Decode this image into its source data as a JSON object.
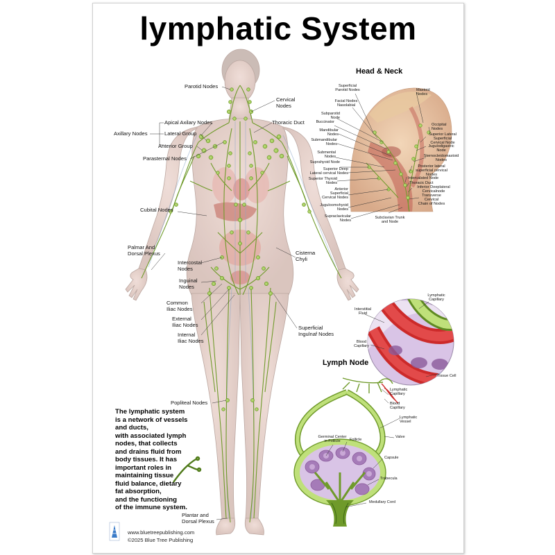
{
  "title": "lymphatic System",
  "body_labels": {
    "parotid": "Parotid Nodes",
    "cervical": "Cervical\nNodes",
    "axillary": "Axillary Nodes",
    "apical": "Apical Axilary Nodes",
    "lateral": "Lateral Group",
    "anterior": "Anterior Group",
    "thoracic": "Thoracic Duct",
    "parasternal": "Parasternal Nodes",
    "cubital": "Cubital Nodes",
    "palmar": "Palmar And\nDorsal Plexus",
    "cisterna": "Cisterna\nChyli",
    "intercostal": "Intercostal\nNodes",
    "inguinal": "Inguinal\nNodes",
    "common_iliac": "Common\nIliac Nodes",
    "external_iliac": "External\nIliac Nodes",
    "internal_iliac": "Internal\nIliac Nodes",
    "superficial_inguinal": "Superficial\nIngulnaf Nodes",
    "popliteal": "Popliteal Nodes",
    "plantar": "Plantar and\nDorsal Plexus"
  },
  "head_neck": {
    "title": "Head & Neck",
    "labels": {
      "superficial_parotid": "Superficial\nParotid Nodes",
      "facial": "Facial Nodes\nNasolabial",
      "subparotid": "Subparotid\nNode",
      "buccinator": "Buccinator",
      "mandibular": "Mandibular\nNodes",
      "submandibular": "Submandibular\nNodes",
      "submental": "Submental\nNodes",
      "suprahyoid": "Suprahyoid Node",
      "superior_deep": "Superior Deep\nLateral cervical Nodes",
      "superior_thyroid": "Superior Thyroid\nNodes",
      "anterior_superficial": "Anterior\nSuperficial\nCervical Nodes",
      "juguloomohyoid": "Juguloomohyoid\nNodes",
      "supraclavicular": "Supraclavicular\nNodes",
      "subclavian": "Subclavian Trunk\nand Node",
      "mastoid": "Mastoid\nNodes",
      "occipital": "Occipital\nNodes",
      "superior_lateral": "Superior Lateral\nSuperficial\nCervical Node",
      "jugulodigastric": "Jugulodigastric\nNode",
      "sternocleidomastoid": "Sternocleidomastoid\nNodes",
      "posterior_lateral": "Posterior lateral\nsuperficial cervical\nNodes",
      "intercalated": "Intercalated Node",
      "thoracic_duct": "Thoracic Duct",
      "inferior_deep": "Inferior Deeplateral\nCervicalnode",
      "transverse": "Transverse\nCervical\nChain of Nodes"
    }
  },
  "capillary": {
    "interstitial": "Interstitial\nFluid",
    "lymphatic_capillary": "Lymphatic\nCapillary",
    "blood_capillary": "Blood\nCapillary",
    "tissue_cell": "Tissue Cell"
  },
  "lymph_node": {
    "title": "Lymph Node",
    "labels": {
      "lymphatic_capillary": "Lymphatic\nCapillary",
      "blood_capillary": "Blood\nCapillary",
      "lymphatic_vessel": "Lymphatic\nVessel",
      "valve": "Valve",
      "germinal": "Germinal Center\nin Follicle",
      "follicle": "Follicle",
      "capsule": "Capsule",
      "trabecula": "Trabecula",
      "medullary": "Medullary Cord"
    }
  },
  "description": "The lymphatic system\nis a network of vessels\nand ducts,\nwith associated lymph\nnodes, that collects\nand drains fluid from\nbody tissues. It has\nimportant roles in\nmaintaining tissue\nfluid balance, dietary\nfat absorption,\nand the functioning\nof the immune system.",
  "publisher": {
    "url": "www.bluetreepublishing.com",
    "copyright": "©2025 Blue Tree Publishing"
  },
  "colors": {
    "lymph_green": "#6f9a2a",
    "node_green": "#8cbf3a",
    "skin": "#e9d5cf",
    "organ_red": "#d98b86",
    "vein_blue": "#8aa6c8"
  }
}
